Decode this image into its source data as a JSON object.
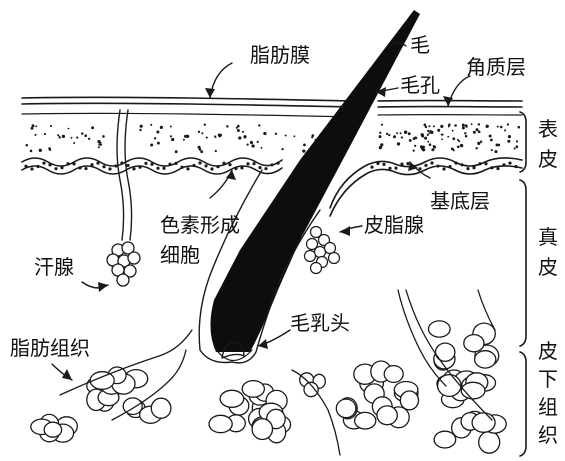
{
  "labels": {
    "hair": "毛",
    "hair_pore": "毛孔",
    "fat_membrane": "脂肪膜",
    "stratum_corneum": "角质层",
    "epidermis": "表皮",
    "basal_layer": "基底层",
    "melanocyte_line1": "色素形成",
    "melanocyte_line2": "细胞",
    "sebaceous_gland": "皮脂腺",
    "dermis": "真皮",
    "sweat_gland": "汗腺",
    "dermal_papilla": "毛乳头",
    "adipose_tissue": "脂肪组织",
    "subcutaneous": "皮下组织"
  },
  "colors": {
    "ink": "#1a1a1a",
    "background": "#ffffff"
  }
}
